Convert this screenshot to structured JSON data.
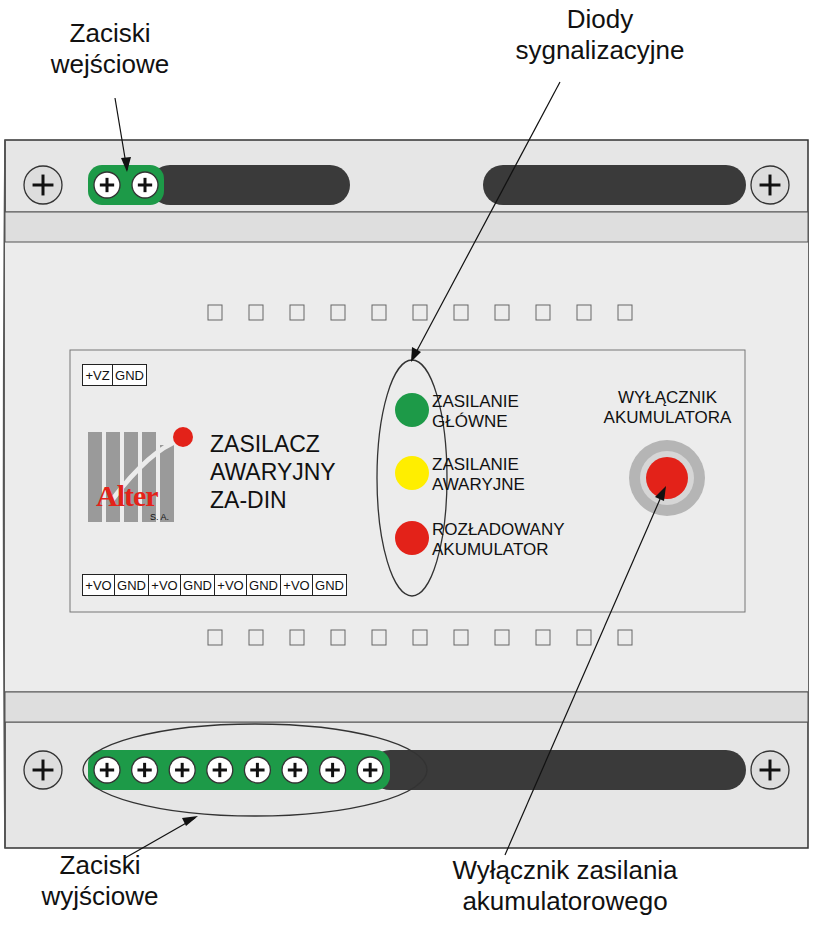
{
  "diagram": {
    "nodes": [
      {
        "text": [
          "+VZ"
        ]
      },
      {
        "text": [
          "GND"
        ]
      },
      {
        "text": [
          "+VO"
        ]
      },
      {
        "text": [
          "GND"
        ]
      },
      {
        "text": [
          "+VO"
        ]
      },
      {
        "text": [
          "GND"
        ]
      },
      {
        "text": [
          "+VO"
        ]
      },
      {
        "text": [
          "GND"
        ]
      },
      {
        "text": [
          "+VO"
        ]
      },
      {
        "text": [
          "GND"
        ]
      }
    ],
    "labels": [
      "Zaciski wejściowe",
      "Diody sygnalizacyjne",
      "ZASILACZ AWARYJNY ZA-DIN",
      "Alter",
      "S. A.",
      "ZASILANIE GŁÓWNE",
      "ZASILANIE AWARYJNE",
      "ROZŁADOWANY AKUMULATOR",
      "WYŁĄCZNIK AKUMULATORA",
      "Zaciski wyjściowe",
      "Wyłącznik zasilania akumulatorowego"
    ]
  }
}
